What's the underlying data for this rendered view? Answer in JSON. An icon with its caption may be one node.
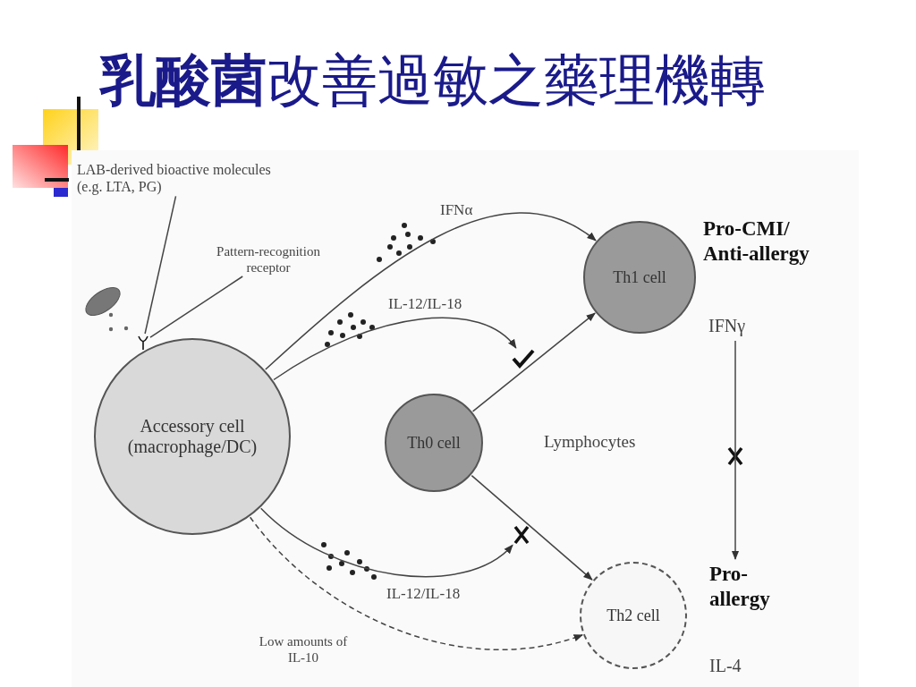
{
  "diagram": {
    "title": "**乳酸菌**改善過敏之藥理機轉",
    "nodes": [
      {
        "text": [
          "LAB-derived bioactive molecules (e.g. LTA, PG)"
        ]
      },
      {
        "text": [
          "Pattern-recognition receptor"
        ]
      },
      {
        "text": [
          "Accessory cell (macrophage/DC)"
        ]
      },
      {
        "text": [
          "Th0 cell"
        ]
      },
      {
        "text": [
          "Th1 cell"
        ]
      },
      {
        "text": [
          "Pro-CMI/ Anti-allergy"
        ]
      },
      {
        "text": [
          "IFNγ"
        ]
      },
      {
        "text": [
          "Th2 cell"
        ]
      },
      {
        "text": [
          "Pro- allergy"
        ]
      },
      {
        "text": [
          "IL-4"
        ]
      },
      {
        "text": [],
        "shape": "receptor"
      },
      {
        "text": [],
        "shape": "check"
      },
      {
        "text": [],
        "shape": "cross"
      }
    ],
    "edges": [
      {
        "from": 0,
        "to": 10,
        "arrow": "none"
      },
      {
        "from": 1,
        "to": 10,
        "arrow": "none"
      },
      {
        "from": 2,
        "to": 4,
        "arrow": "to",
        "label": "IFNα"
      },
      {
        "from": 2,
        "to": 11,
        "arrow": "to",
        "label": "IL-12/IL-18"
      },
      {
        "from": 3,
        "to": 4,
        "arrow": "to"
      },
      {
        "from": 3,
        "to": 7,
        "arrow": "to"
      },
      {
        "from": 2,
        "to": 12,
        "arrow": "to",
        "label": "IL-12/IL-18"
      },
      {
        "from": 2,
        "to": 7,
        "arrow": "to",
        "label": "Low amounts of IL-10",
        "style": "dashed"
      },
      {
        "from": 6,
        "to": 8,
        "arrow": "to"
      }
    ],
    "labels": [
      "Lymphocytes"
    ]
  }
}
